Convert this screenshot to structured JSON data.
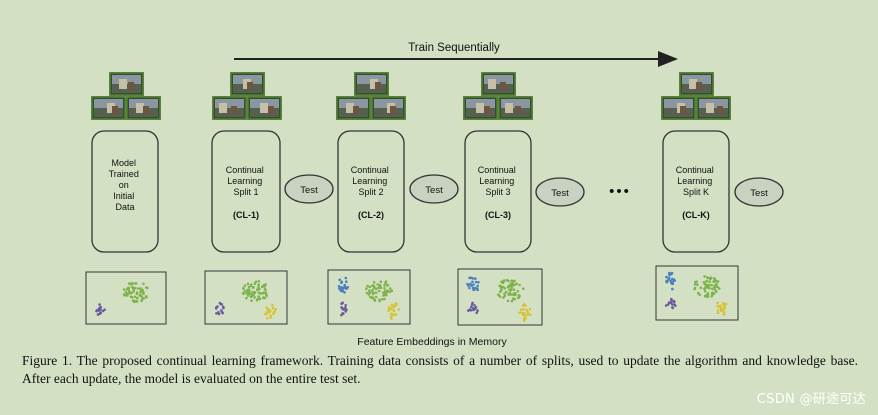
{
  "arrow_label": "Train Sequentially",
  "initial_box": {
    "lines": [
      "Model",
      "Trained",
      "on",
      "Initial",
      "Data"
    ]
  },
  "splits": [
    {
      "lines": [
        "Continual",
        "Learning",
        "Split 1"
      ],
      "code": "(CL-1)",
      "test": "Test"
    },
    {
      "lines": [
        "Continual",
        "Learning",
        "Split 2"
      ],
      "code": "(CL-2)",
      "test": "Test"
    },
    {
      "lines": [
        "Continual",
        "Learning",
        "Split 3"
      ],
      "code": "(CL-3)",
      "test": "Test"
    },
    {
      "lines": [
        "Continual",
        "Learning",
        "Split K"
      ],
      "code": "(CL-K)",
      "test": "Test"
    }
  ],
  "ellipsis": "•••",
  "memory_label": "Feature Embeddings in Memory",
  "caption": "Figure 1. The proposed continual learning framework.  Training data consists of a number of splits, used to update the algorithm and knowledge base. After each update, the model is evaluated on the entire test set.",
  "watermark": "CSDN @研途可达",
  "colors": {
    "background": "#d4e0c4",
    "thumb_border": "#4a7a2a",
    "cluster_green": "#7db34a",
    "cluster_purple": "#6a5a9e",
    "cluster_yellow": "#d8c23a",
    "cluster_blue": "#4a7fc0",
    "test_fill": "#c9d2c0"
  }
}
